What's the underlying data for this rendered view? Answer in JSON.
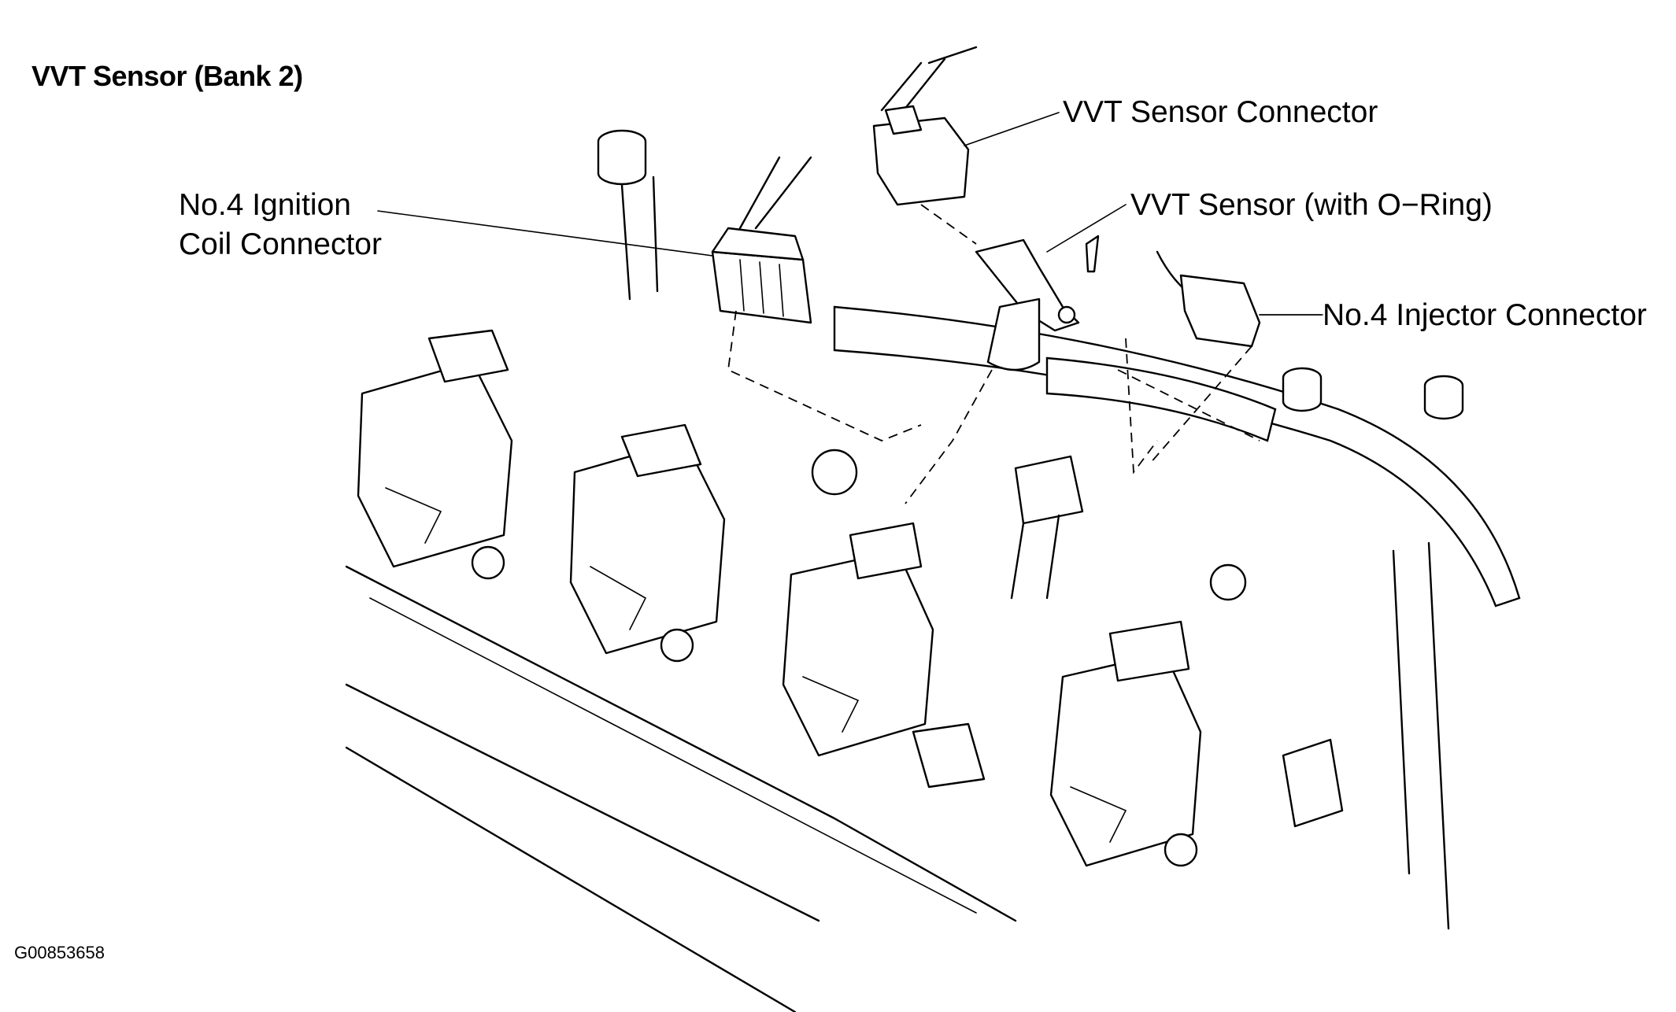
{
  "title": "VVT Sensor (Bank 2)",
  "callouts": {
    "ignition_coil_connector": [
      "No.4 Ignition",
      "Coil Connector"
    ],
    "vvt_sensor_connector": "VVT Sensor Connector",
    "vvt_sensor": "VVT Sensor (with O−Ring)",
    "injector_connector": "No.4 Injector Connector"
  },
  "figure_id": "G00853658"
}
